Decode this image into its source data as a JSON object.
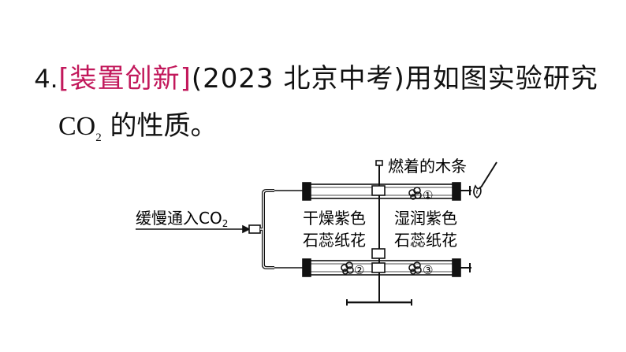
{
  "question": {
    "number": "4.",
    "tag_open": "[",
    "tag_text": "装置创新",
    "tag_close": "]",
    "source": "(2023 北京中考)",
    "stem_part1": "用如图实验研究",
    "co2_main": "CO",
    "co2_sub": "2",
    "stem_part2": "的性质。"
  },
  "diagram": {
    "inlet_label": "缓慢通入CO",
    "inlet_label_sub": "2",
    "burning_stick_label": "燃着的木条",
    "dry_flower_line1": "干燥紫色",
    "dry_flower_line2": "石蕊纸花",
    "wet_flower_line1": "湿润紫色",
    "wet_flower_line2": "石蕊纸花",
    "marker_1": "①",
    "marker_2": "②",
    "marker_3": "③"
  }
}
